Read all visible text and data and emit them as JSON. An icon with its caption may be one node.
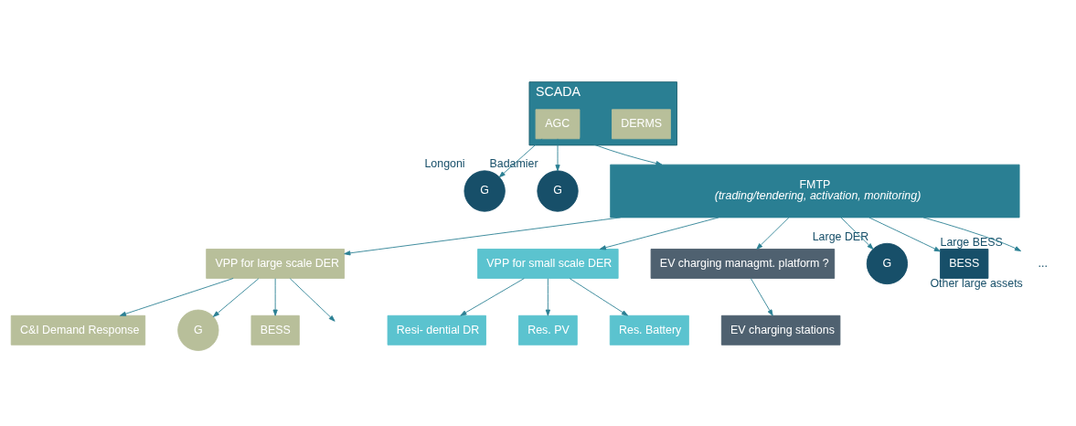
{
  "diagram": {
    "nodes": [
      {
        "text": [
          "SCADA"
        ]
      },
      {
        "text": [
          "AGC"
        ],
        "in": 0
      },
      {
        "text": [
          "DERMS"
        ],
        "in": 0
      },
      {
        "text": [
          "G"
        ],
        "beside": [
          "Longoni"
        ]
      },
      {
        "text": [
          "G"
        ],
        "beside": [
          "Badamier"
        ]
      },
      {
        "text": [
          "FMTP",
          "(trading/tendering, activation, monitoring)"
        ]
      },
      {
        "text": [
          "VPP for large scale DER"
        ]
      },
      {
        "text": [
          "VPP for small scale DER"
        ]
      },
      {
        "text": [
          "EV charging managmt. platform ?"
        ]
      },
      {
        "text": [
          "G"
        ],
        "beside": [
          "Large DER"
        ]
      },
      {
        "text": [
          "BESS"
        ],
        "beside": [
          "Large BESS"
        ]
      },
      {
        "text": [
          "..."
        ],
        "beside": [
          "Other large assets"
        ]
      },
      {
        "text": [
          "C&I Demand Response"
        ]
      },
      {
        "text": [
          "G"
        ]
      },
      {
        "text": [
          "BESS"
        ]
      },
      {
        "text": [
          "Resi- dential DR"
        ]
      },
      {
        "text": [
          "Res. PV"
        ]
      },
      {
        "text": [
          "Res. Battery"
        ]
      },
      {
        "text": [
          "EV charging stations"
        ]
      }
    ],
    "edges": [
      {
        "from": 1,
        "to": 3,
        "arrow": "to"
      },
      {
        "from": 1,
        "to": 4,
        "arrow": "to"
      },
      {
        "from": 1,
        "to": 5,
        "arrow": "to"
      },
      {
        "from": 5,
        "to": 6,
        "arrow": "to"
      },
      {
        "from": 5,
        "to": 7,
        "arrow": "to"
      },
      {
        "from": 5,
        "to": 8,
        "arrow": "to"
      },
      {
        "from": 5,
        "to": 9,
        "arrow": "to"
      },
      {
        "from": 5,
        "to": 10,
        "arrow": "to"
      },
      {
        "from": 5,
        "to": 11,
        "arrow": "to"
      },
      {
        "from": 6,
        "to": 12,
        "arrow": "to"
      },
      {
        "from": 6,
        "to": 13,
        "arrow": "to"
      },
      {
        "from": 6,
        "to": 14,
        "arrow": "to"
      },
      {
        "from": 6,
        "to": null,
        "arrow": "to"
      },
      {
        "from": 7,
        "to": 15,
        "arrow": "to"
      },
      {
        "from": 7,
        "to": 16,
        "arrow": "to"
      },
      {
        "from": 7,
        "to": 17,
        "arrow": "to"
      },
      {
        "from": 8,
        "to": 18,
        "arrow": "to"
      }
    ]
  }
}
